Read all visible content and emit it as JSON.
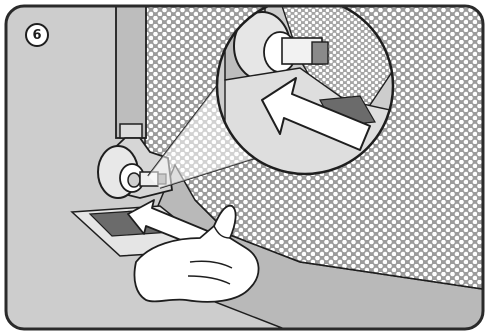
{
  "step": {
    "number": "6"
  },
  "colors": {
    "background": "#cdcdcd",
    "frame": "#2a2a2a",
    "panel_pattern": "#ffffff",
    "outline": "#1e1e1e",
    "dark_slot": "#6b6b6b"
  },
  "icons": {
    "step_badge": "numbered-circle",
    "direction_arrow": "push-arrow-icon",
    "detail_zoom": "magnifier-inset"
  }
}
